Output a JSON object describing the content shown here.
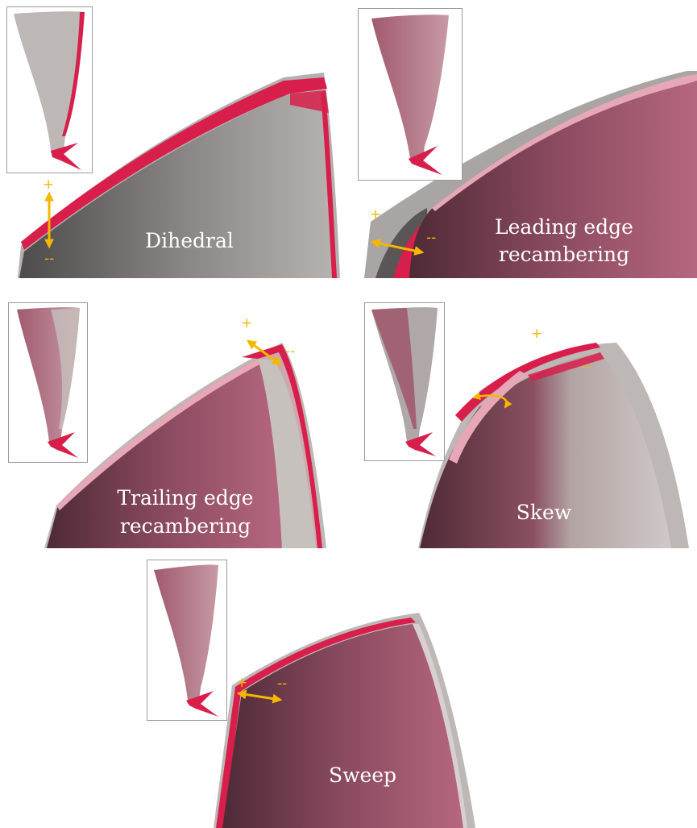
{
  "panels": {
    "dihedral": {
      "caption": "Dihedral",
      "plus": "+",
      "minus": "--"
    },
    "leading": {
      "caption_line1": "Leading edge",
      "caption_line2": "recambering",
      "plus": "+",
      "minus": "--"
    },
    "trailing": {
      "caption_line1": "Trailing edge",
      "caption_line2": "recambering",
      "plus": "+",
      "minus": "--"
    },
    "skew": {
      "caption": "Skew",
      "plus": "+",
      "minus": "--"
    },
    "sweep": {
      "caption": "Sweep",
      "plus": "+",
      "minus": "--"
    }
  },
  "colors": {
    "blade_dark": "#6e3d4d",
    "blade_mid": "#a05870",
    "blade_light": "#e3a4b4",
    "baseline_gray": "#9a9694",
    "highlight_red": "#d81f4b",
    "arrow": "#f5b700"
  }
}
